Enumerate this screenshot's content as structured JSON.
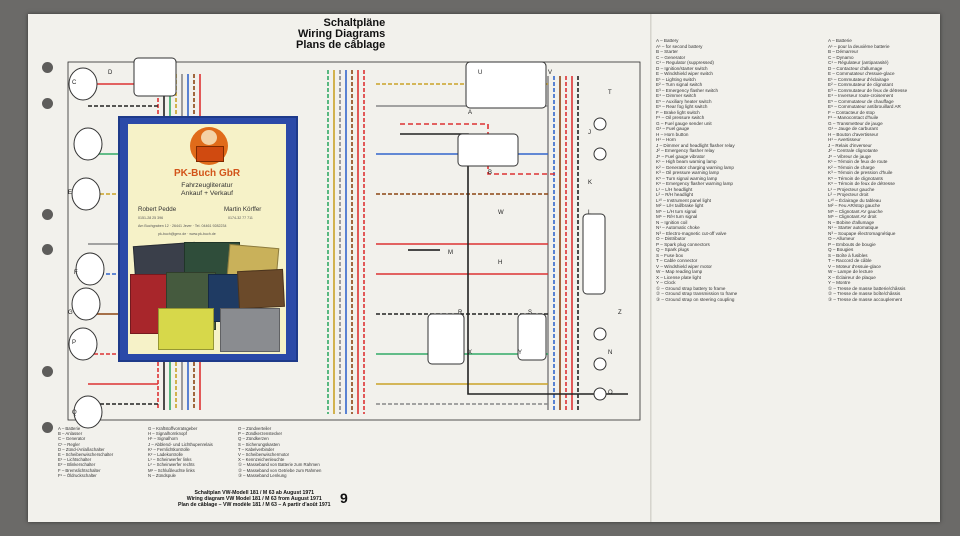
{
  "title": {
    "de": "Schaltpläne",
    "en": "Wiring Diagrams",
    "fr": "Plans de câblage"
  },
  "page_number": "9",
  "caption": {
    "de": "Schaltplan VW-Modell 181 / M 63 ab August 1971",
    "en": "Wiring diagram VW Model 181 / M 63 from August 1971",
    "fr": "Plan de câblage – VW modèle 181 / M 63 – A partir d'août 1971"
  },
  "component_labels": [
    "A",
    "B",
    "C",
    "D",
    "E",
    "F",
    "G",
    "H",
    "J",
    "K",
    "L",
    "M",
    "N",
    "O",
    "P",
    "Q",
    "R",
    "S",
    "T",
    "U",
    "V",
    "W",
    "X",
    "Y",
    "Z"
  ],
  "legend_en": [
    "A – Battery",
    "A¹ – for second battery",
    "B – Starter",
    "C – Generator",
    "C¹ – Regulator (suppressed)",
    "D – Ignition/starter switch",
    "E – Windshield wiper switch",
    "E¹ – Lighting switch",
    "E² – Turn signal switch",
    "E³ – Emergency flasher switch",
    "E⁴ – Dimmer switch",
    "E⁵ – Auxiliary heater switch",
    "E⁶ – Rear fog light switch",
    "F – Brake light switch",
    "F¹ – Oil pressure switch",
    "G – Fuel gauge sender unit",
    "G¹ – Fuel gauge",
    "H – Horn button",
    "H¹ – Horn",
    "J – Dimmer and headlight flasher relay",
    "J² – Emergency flasher relay",
    "J⁶ – Fuel gauge vibrator",
    "K¹ – High beam warning lamp",
    "K² – Generator charging warning lamp",
    "K³ – Oil pressure warning lamp",
    "K⁵ – Turn signal warning lamp",
    "K⁶ – Emergency flasher warning lamp",
    "L¹ – L/H headlight",
    "L² – R/H headlight",
    "L¹⁰ – Instrument panel light",
    "M² – L/H tail/brake light",
    "M⁵ – L/H turn signal",
    "M⁶ – R/H turn signal",
    "N – Ignition coil",
    "N¹ – Automatic choke",
    "N³ – Electro-magnetic cut-off valve",
    "O – Distributor",
    "P – Spark plug connectors",
    "Q – Spark plugs",
    "S – Fuse box",
    "T – Cable connector",
    "V – Windshield wiper motor",
    "W – Map reading lamp",
    "X – License plate light",
    "Y – Clock",
    "① – Ground strap battery to frame",
    "② – Ground strap transmission to frame",
    "③ – Ground strap on steering coupling"
  ],
  "legend_fr": [
    "A – Batterie",
    "A¹ – pour la deuxième batterie",
    "B – Démarreur",
    "C – Dynamo",
    "C¹ – Régulateur (antiparasité)",
    "D – Contacteur d'allumage",
    "E – Commutateur d'essuie-glace",
    "E¹ – Commutateur d'éclairage",
    "E² – Commutateur de clignotant",
    "E³ – Commutateur de feux de détresse",
    "E⁴ – Inverseur route-croisement",
    "E⁵ – Commutateur de chauffage",
    "E⁶ – Commutateur antibrouillard AR",
    "F – Contacteur de stop",
    "F¹ – Manocontact d'huile",
    "G – Transmetteur de jauge",
    "G¹ – Jauge de carburant",
    "H – Bouton d'avertisseur",
    "H¹ – Avertisseur",
    "J – Relais d'inverseur",
    "J² – Centrale clignotante",
    "J⁶ – Vibreur de jauge",
    "K¹ – Témoin de feux de route",
    "K² – Témoin de charge",
    "K³ – Témoin de pression d'huile",
    "K⁵ – Témoin de clignotants",
    "K⁶ – Témoin de feux de détresse",
    "L¹ – Projecteur gauche",
    "L² – Projecteur droit",
    "L¹⁰ – Éclairage du tableau",
    "M² – Feu AR/stop gauche",
    "M⁵ – Clignotant AV gauche",
    "M⁶ – Clignotant AV droit",
    "N – Bobine d'allumage",
    "N¹ – Starter automatique",
    "N³ – Soupape électromagnétique",
    "O – Allumeur",
    "P – Embouts de bougie",
    "Q – Bougies",
    "S – Boîte à fusibles",
    "T – Raccord de câble",
    "V – Moteur d'essuie-glace",
    "W – Lampe de lecture",
    "X – Éclaireur de plaque",
    "Y – Montre",
    "① – Tresse de masse batterie/châssis",
    "② – Tresse de masse boîte/châssis",
    "③ – Tresse de masse accouplement"
  ],
  "legend_de": [
    "A – Batterie",
    "B – Anlasser",
    "C – Generator",
    "C¹ – Regler",
    "D – Zünd-/Anlaßschalter",
    "E – Scheibenwischerschalter",
    "E¹ – Lichtschalter",
    "E² – Blinkerschalter",
    "F – Bremslichtschalter",
    "F¹ – Öldruckschalter",
    "G – Kraftstoffvorratsgeber",
    "H – Signalhornknopf",
    "H¹ – Signalhorn",
    "J – Abblend- und Lichthupenrelais",
    "K¹ – Fernlichtkontrolle",
    "K² – Ladekontrolle",
    "L¹ – Scheinwerfer links",
    "L² – Scheinwerfer rechts",
    "M² – Schlußleuchte links",
    "N – Zündspule",
    "O – Zündverteiler",
    "P – Zündkerzenstecker",
    "Q – Zündkerzen",
    "S – Sicherungskasten",
    "T – Kabelverbinder",
    "V – Scheibenwischermotor",
    "X – Kennzeichenleuchte",
    "① – Masseband von Batterie zum Rahmen",
    "② – Masseband von Getriebe zum Rahmen",
    "③ – Masseband Lenkung"
  ],
  "ad_card": {
    "brand": "PK-Buch GbR",
    "tagline_1": "Fahrzeugliteratur",
    "tagline_2": "Ankauf + Verkauf",
    "person_1": "Robert Pedde",
    "person_2": "Martin Körffer",
    "phone_1": "0151-28 25 396",
    "phone_2": "0174-32 77 711",
    "address": "Am Buchgraben 12 · 26441 Jever · Tel. 04461 9282234",
    "email": "pk-buch@gmx.de · www.pk-buch.de",
    "colors": {
      "border": "#2b4aa8",
      "card": "#f6f2c8",
      "brand": "#d2541a"
    }
  }
}
